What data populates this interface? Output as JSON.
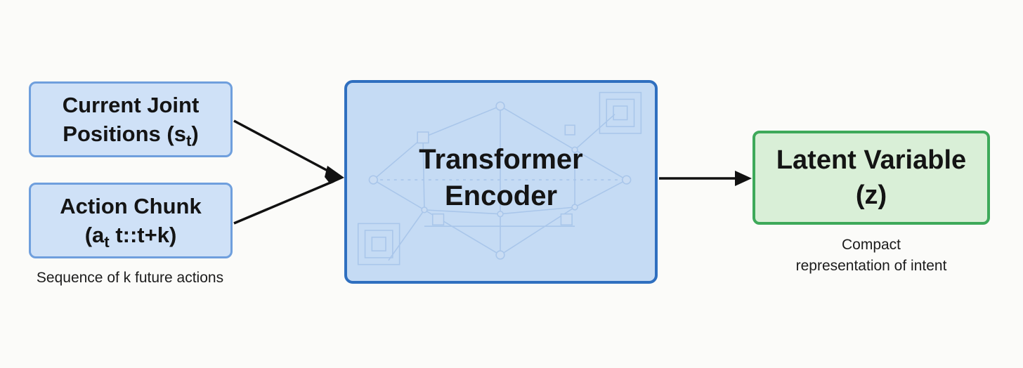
{
  "inputs": {
    "joint_positions": {
      "line1": "Current Joint",
      "line2_prefix": "Positions (s",
      "line2_sub": "t",
      "line2_suffix": ")"
    },
    "action_chunk": {
      "line1": "Action Chunk",
      "line2_prefix": "(a",
      "line2_sub": "t",
      "line2_suffix": " t::t+k)"
    },
    "caption": "Sequence of k future actions"
  },
  "encoder": {
    "line1": "Transformer",
    "line2": "Encoder"
  },
  "output": {
    "line1": "Latent Variable",
    "line2": "(z)",
    "caption_line1": "Compact",
    "caption_line2": "representation of intent"
  },
  "colors": {
    "input_fill": "#cfe1f7",
    "input_border": "#6f9fdd",
    "encoder_fill": "#c5dbf4",
    "encoder_border": "#2f6fbf",
    "output_fill": "#d9efd7",
    "output_border": "#3ea95a",
    "arrow": "#111111"
  }
}
